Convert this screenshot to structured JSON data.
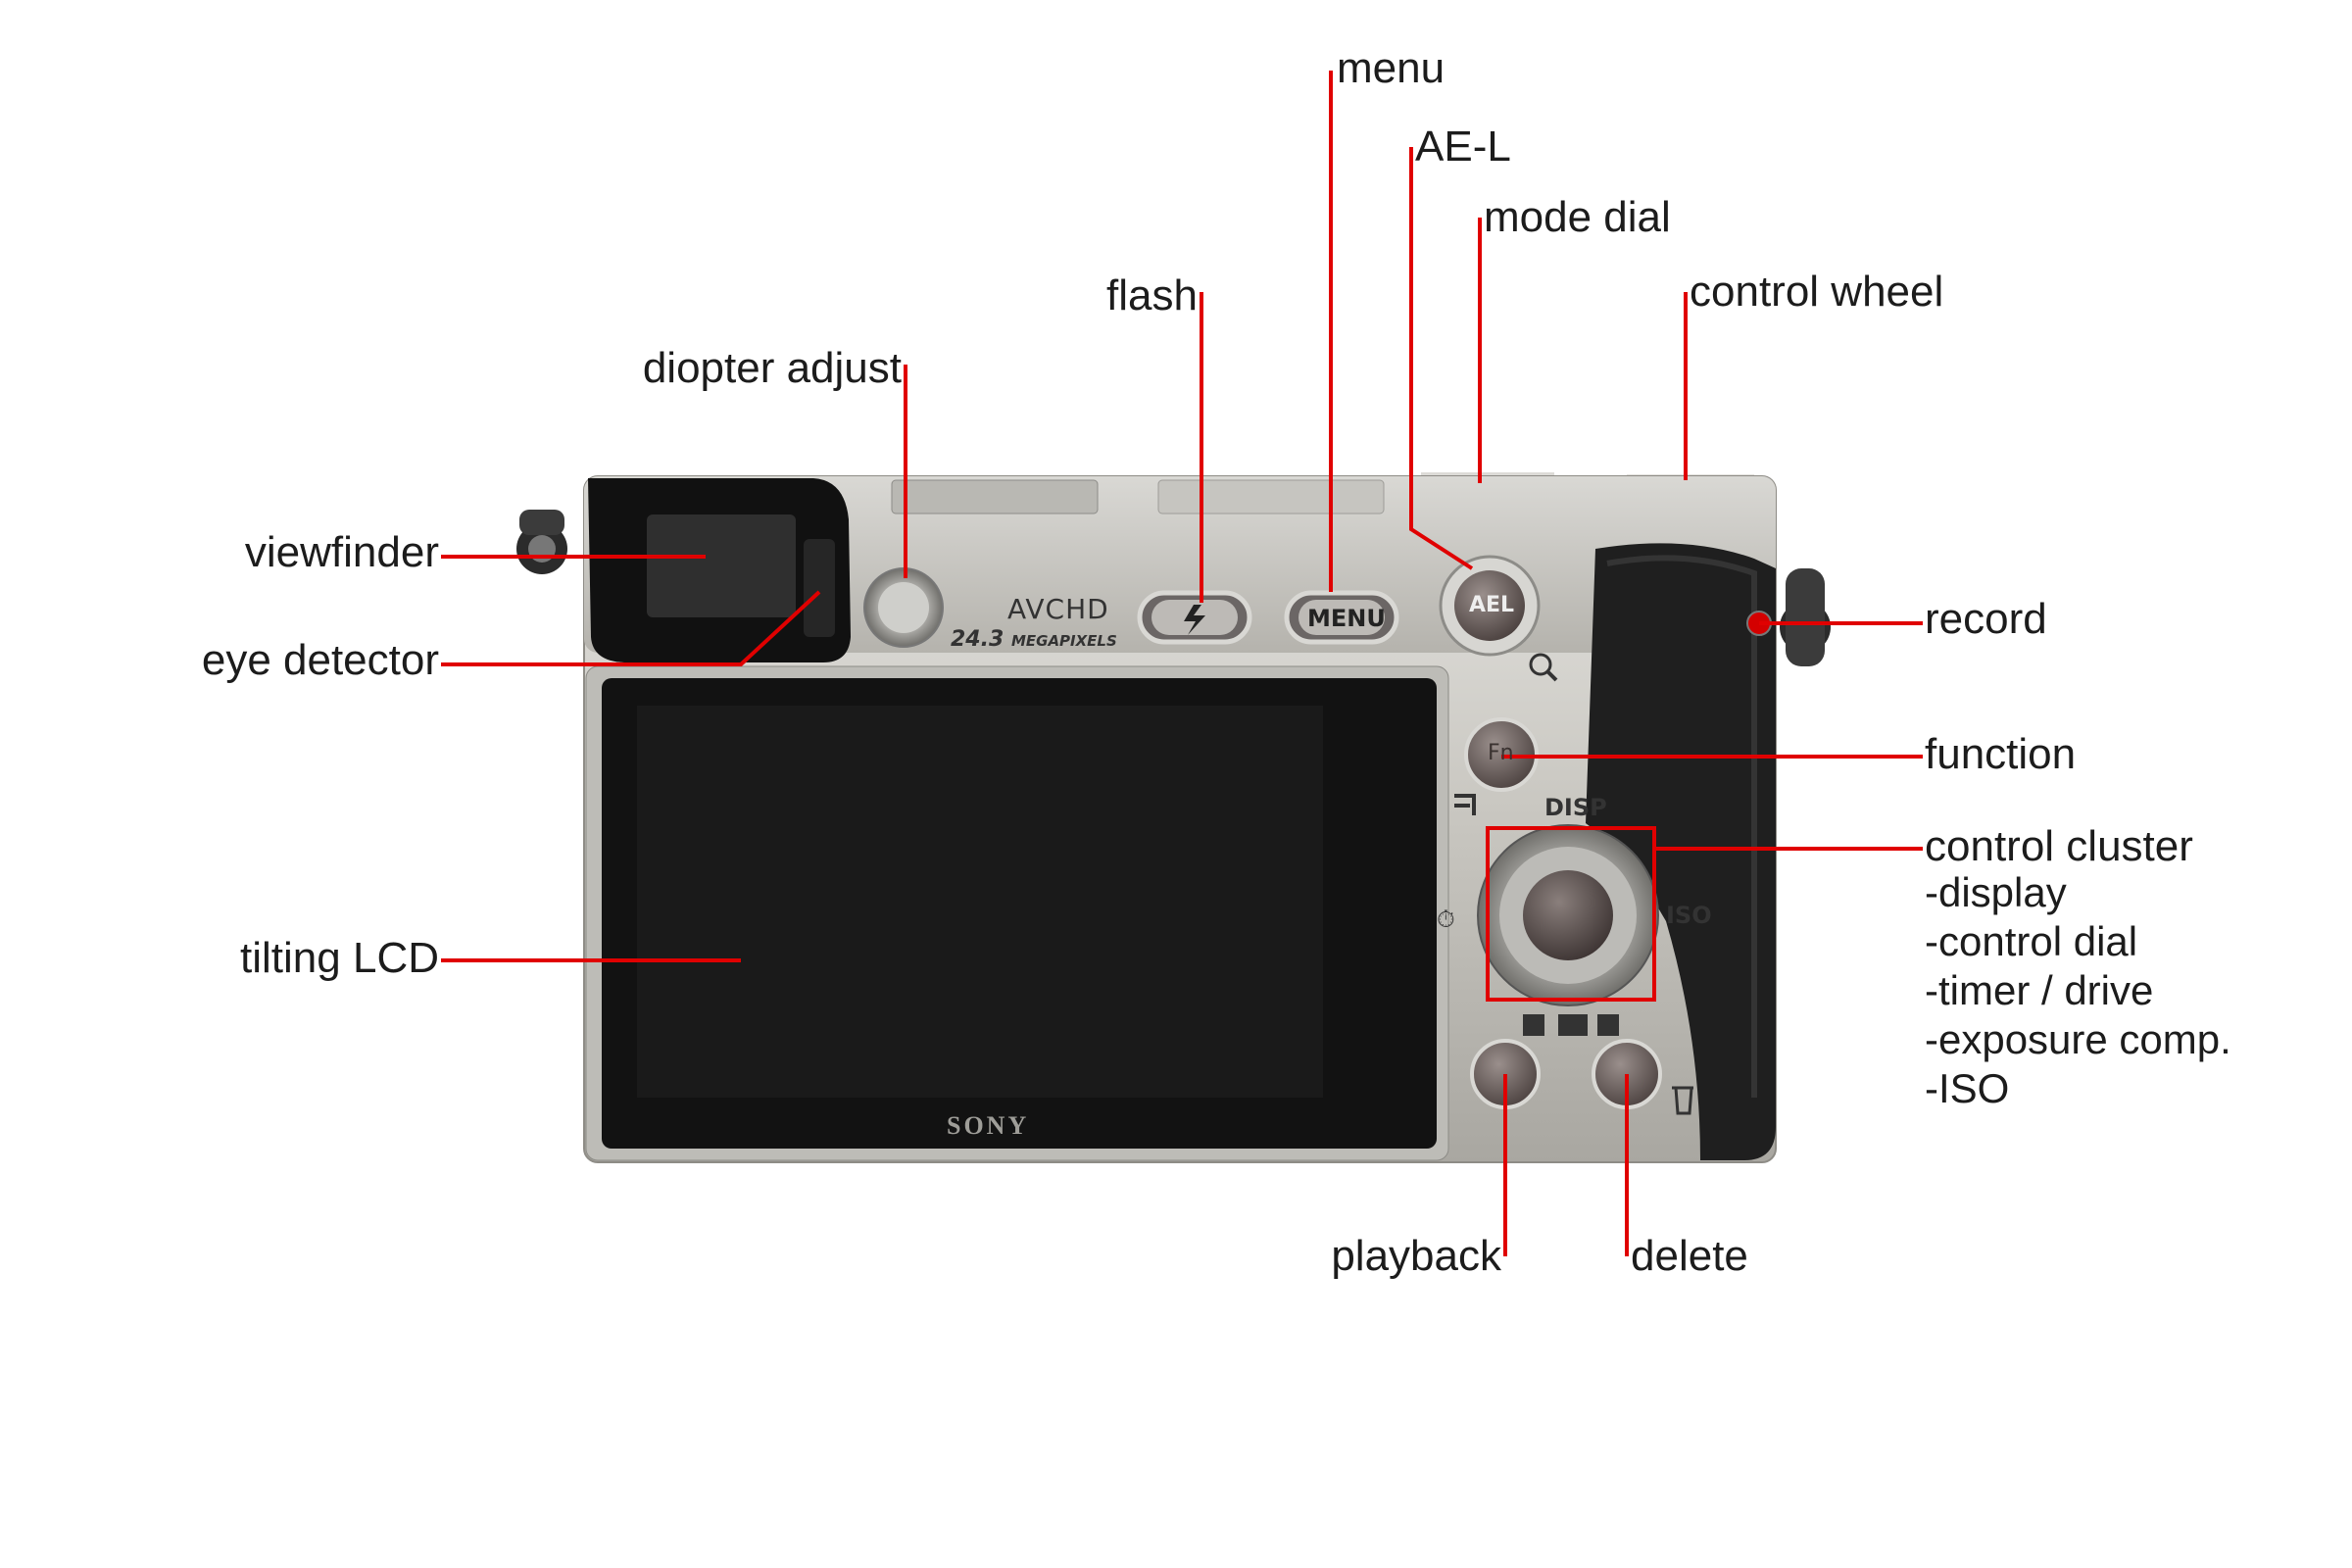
{
  "camera": {
    "brand": "SONY",
    "format": "AVCHD",
    "megapixels": "24.3",
    "megapixels_suffix": "MEGAPIXELS",
    "buttons": {
      "menu": "MENU",
      "ael": "AEL",
      "fn": "Fn",
      "disp": "DISP",
      "iso": "ISO"
    }
  },
  "labels": {
    "menu": "menu",
    "ael": "AE-L",
    "mode_dial": "mode dial",
    "control_wheel": "control wheel",
    "flash": "flash",
    "diopter": "diopter adjust",
    "viewfinder": "viewfinder",
    "eye_detector": "eye detector",
    "record": "record",
    "function": "function",
    "control_cluster": "control cluster",
    "cluster_items": [
      "-display",
      "-control dial",
      "-timer / drive",
      "-exposure comp.",
      "-ISO"
    ],
    "tilting_lcd": "tilting LCD",
    "playback": "playback",
    "delete": "delete"
  },
  "colors": {
    "leader": "#e00000",
    "body_silver": "#c9c7c2",
    "screen": "#121212",
    "grip": "#1e1e1e"
  }
}
